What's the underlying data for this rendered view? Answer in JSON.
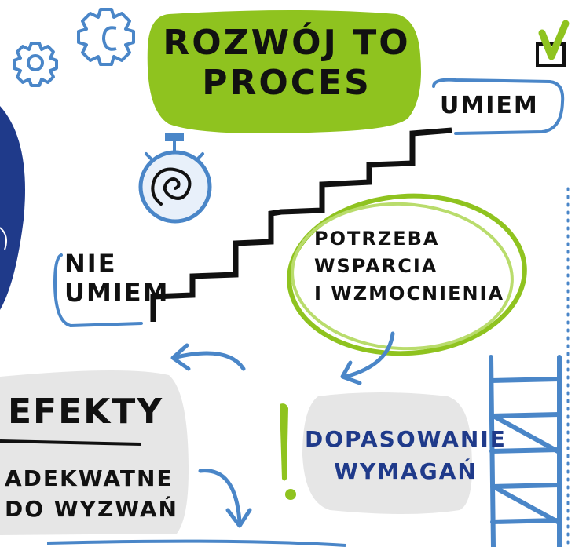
{
  "title_lines": [
    "ROZWÓJ TO",
    "PROCES"
  ],
  "step_high": "UMIEM",
  "step_low_lines": [
    "NIE",
    "UMIEM"
  ],
  "need_lines": [
    "POTRZEBA",
    "WSPARCIA",
    "I WZMOCNIENIA"
  ],
  "effects_title": "EFEKTY",
  "effects_lines": [
    "ADEKWATNE",
    "DO WYZWAŃ"
  ],
  "adjust_lines": [
    "DOPASOWANIE",
    "WYMAGAŃ"
  ],
  "icons": [
    "gear-icon",
    "gear-icon",
    "checkbox-check-icon",
    "stopwatch-spiral-icon",
    "exclamation-icon",
    "ladder-icon",
    "curved-arrow-icon"
  ],
  "colors": {
    "green": "#8fc31f",
    "blue": "#4a86c8",
    "navy": "#1f3a8a",
    "gray": "#e6e6e6",
    "ink": "#111111"
  }
}
